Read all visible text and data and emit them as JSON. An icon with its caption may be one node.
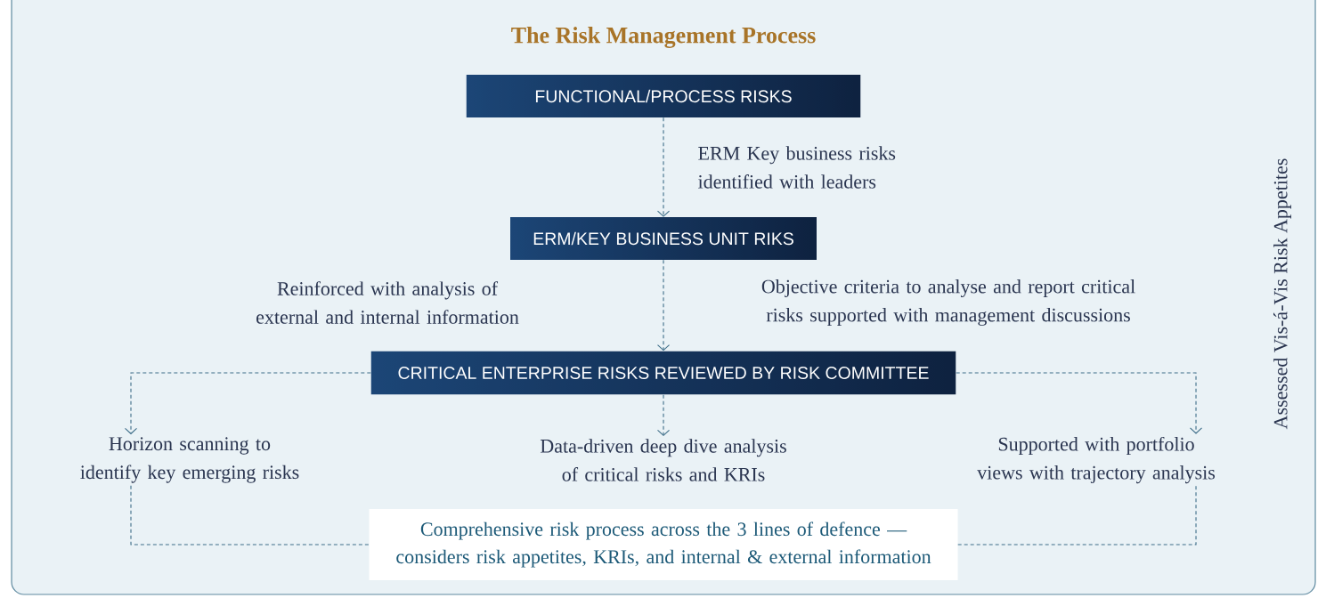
{
  "diagram": {
    "title": "The Risk Management Process",
    "nodes": [
      {
        "text": [
          "FUNCTIONAL/PROCESS RISKS"
        ]
      },
      {
        "text": [
          "ERM/KEY BUSINESS UNIT RIKS"
        ]
      },
      {
        "text": [
          "CRITICAL ENTERPRISE RISKS REVIEWED BY RISK COMMITTEE"
        ]
      },
      {
        "text": [
          "Horizon scanning to identify key emerging risks"
        ]
      },
      {
        "text": [
          "Data-driven deep dive analysis of critical risks and KRIs"
        ]
      },
      {
        "text": [
          "Supported with portfolio views with trajectory analysis"
        ]
      },
      {
        "text": [
          "Comprehensive risk process across the 3 lines of defence — considers risk appetites, KRIs, and internal & external information"
        ]
      }
    ],
    "edges": [
      {
        "from": 0,
        "to": 1,
        "arrow": "to",
        "style": "dashed",
        "label": "ERM Key business risks identified with leaders"
      },
      {
        "from": 1,
        "to": 2,
        "arrow": "to",
        "style": "dashed"
      },
      {
        "from": 2,
        "to": 3,
        "arrow": "to",
        "style": "dashed"
      },
      {
        "from": 2,
        "to": 4,
        "arrow": "to",
        "style": "dashed"
      },
      {
        "from": 2,
        "to": 5,
        "arrow": "to",
        "style": "dashed"
      },
      {
        "from": 3,
        "to": 6,
        "arrow": "none",
        "style": "dashed"
      },
      {
        "from": 5,
        "to": 6,
        "arrow": "none",
        "style": "dashed"
      }
    ],
    "labels": [
      "Reinforced with analysis of external and internal information",
      "Objective criteria to analyse and report critical risks supported with management discussions",
      "Assessed Vis-á-Vis Risk Appetites"
    ]
  }
}
